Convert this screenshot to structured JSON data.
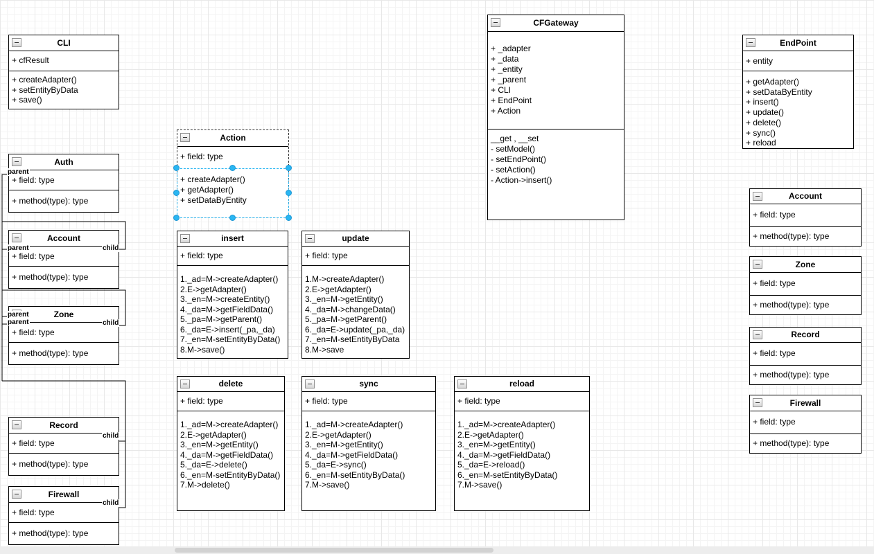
{
  "colors": {
    "box_border": "#000000",
    "selection": "#29b6f2",
    "grid_minor": "#f4f4f4",
    "grid_major": "#e8e8e8",
    "scrollbar_track": "#ededed",
    "scrollbar_thumb": "#d2d2d2"
  },
  "edge_labels": {
    "auth_parent": "parent",
    "account_parent": "parent",
    "account_child": "child",
    "zone_parent1": "parent",
    "zone_parent2": "parent",
    "zone_child": "child",
    "record_child": "child",
    "firewall_child": "child"
  },
  "classes": {
    "cli": {
      "name": "CLI",
      "fields": [
        "+ cfResult"
      ],
      "methods": [
        "+ createAdapter()",
        "+ setEntityByData",
        "+ save()"
      ]
    },
    "auth": {
      "name": "Auth",
      "fields": [
        "+ field: type"
      ],
      "methods": [
        "+ method(type): type"
      ]
    },
    "account_l": {
      "name": "Account",
      "fields": [
        "+ field: type"
      ],
      "methods": [
        "+ method(type): type"
      ]
    },
    "zone_l": {
      "name": "Zone",
      "fields": [
        "+ field: type"
      ],
      "methods": [
        "+ method(type): type"
      ]
    },
    "record_l": {
      "name": "Record",
      "fields": [
        "+ field: type"
      ],
      "methods": [
        "+ method(type): type"
      ]
    },
    "firewall_l": {
      "name": "Firewall",
      "fields": [
        "+ field: type"
      ],
      "methods": [
        "+ method(type): type"
      ]
    },
    "action": {
      "name": "Action",
      "fields": [
        "+ field: type"
      ],
      "methods": [
        "+ createAdapter()",
        "+ getAdapter()",
        "+ setDataByEntity"
      ]
    },
    "cfgateway": {
      "name": "CFGateway",
      "fields": [
        "+ _adapter",
        "+ _data",
        "+ _entity",
        "+ _parent",
        "+ CLI",
        "+ EndPoint",
        "+ Action"
      ],
      "methods": [
        "__get , __set",
        "- setModel()",
        "- setEndPoint()",
        "- setAction()",
        "- Action->insert()"
      ]
    },
    "insert": {
      "name": "insert",
      "fields": [
        "+ field: type"
      ],
      "methods": [
        "1._ad=M->createAdapter()",
        "2.E->getAdapter()",
        "3._en=M->createEntity()",
        "4._da=M->getFieldData()",
        "5._pa=M->getParent()",
        "6._da=E->insert(_pa,_da)",
        "7._en=M-setEntityByData()",
        "8.M->save()"
      ]
    },
    "update": {
      "name": "update",
      "fields": [
        "+ field: type"
      ],
      "methods": [
        "1.M->createAdapter()",
        "2.E->getAdapter()",
        "3._en=M->getEntity()",
        "4._da=M->changeData()",
        "5._pa=M->getParent()",
        "6._da=E->update(_pa,_da)",
        "7._en=M-setEntityByData",
        "8.M->save"
      ]
    },
    "delete": {
      "name": "delete",
      "fields": [
        "+ field: type"
      ],
      "methods": [
        "1._ad=M->createAdapter()",
        "2.E->getAdapter()",
        "3._en=M->getEntity()",
        "4._da=M->getFieldData()",
        "5._da=E->delete()",
        "6._en=M-setEntityByData()",
        "7.M->delete()"
      ]
    },
    "sync": {
      "name": "sync",
      "fields": [
        "+ field: type"
      ],
      "methods": [
        "1._ad=M->createAdapter()",
        "2.E->getAdapter()",
        "3._en=M->getEntity()",
        "4._da=M->getFieldData()",
        "5._da=E->sync()",
        "6._en=M-setEntityByData()",
        "7.M->save()"
      ]
    },
    "reload": {
      "name": "reload",
      "fields": [
        "+ field: type"
      ],
      "methods": [
        "1._ad=M->createAdapter()",
        "2.E->getAdapter()",
        "3._en=M->getEntity()",
        "4._da=M->getFieldData()",
        "5._da=E->reload()",
        "6._en=M-setEntityByData()",
        "7.M->save()"
      ]
    },
    "endpoint": {
      "name": "EndPoint",
      "fields": [
        "+ entity"
      ],
      "methods": [
        "+ getAdapter()",
        "+ setDataByEntity",
        "+ insert()",
        "+ update()",
        "+ delete()",
        "+ sync()",
        "+ reload"
      ]
    },
    "account_r": {
      "name": "Account",
      "fields": [
        "+ field: type"
      ],
      "methods": [
        "+ method(type): type"
      ]
    },
    "zone_r": {
      "name": "Zone",
      "fields": [
        "+ field: type"
      ],
      "methods": [
        "+ method(type): type"
      ]
    },
    "record_r": {
      "name": "Record",
      "fields": [
        "+ field: type"
      ],
      "methods": [
        "+ method(type): type"
      ]
    },
    "firewall_r": {
      "name": "Firewall",
      "fields": [
        "+ field: type"
      ],
      "methods": [
        "+ method(type): type"
      ]
    }
  }
}
